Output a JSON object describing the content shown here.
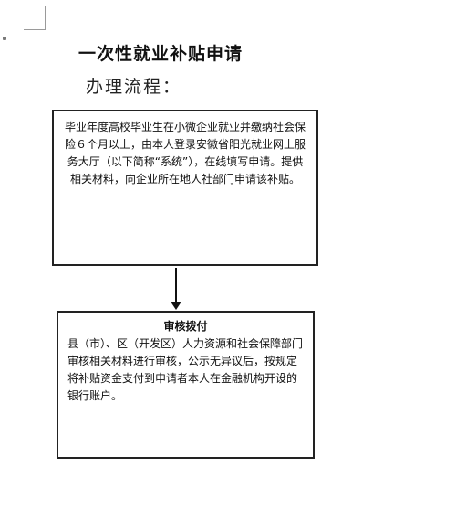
{
  "document": {
    "title": "一次性就业补贴申请",
    "section_heading": "办理流程："
  },
  "steps": [
    {
      "title": "",
      "text": "毕业年度高校毕业生在小微企业就业并缴纳社会保险６个月以上，由本人登录安徽省阳光就业网上服务大厅（以下简称“系统”），在线填写申请。提供相关材料，向企业所在地人社部门申请该补贴。"
    },
    {
      "title": "审核拨付",
      "text": "县（市）、区（开发区）人力资源和社会保障部门审核相关材料进行审核，公示无异议后，按规定将补贴资金支付到申请者本人在金融机构开设的银行账户。"
    }
  ]
}
